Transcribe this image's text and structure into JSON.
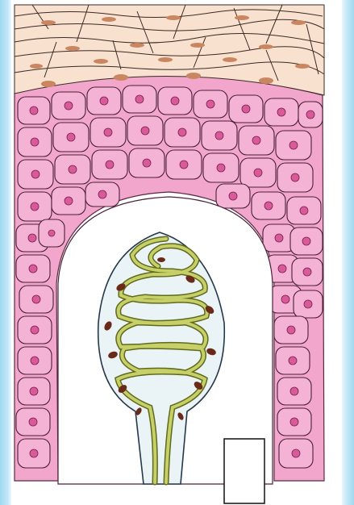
{
  "figure": {
    "subject": "histology-diagram",
    "layers": [
      {
        "id": "stratum-corneum",
        "color": "#f6dcc8",
        "stroke": "#3a2a24",
        "nucleus": "#c98660"
      },
      {
        "id": "stratum-spinosum",
        "color": "#f4a8cf",
        "stroke": "#4a2038",
        "nucleus": "#b2286a"
      },
      {
        "id": "dermal-papilla",
        "color": "#ffffff"
      },
      {
        "id": "meissner-corpuscle",
        "color": "#c7cf68",
        "stroke": "#5f6a1c",
        "nucleus": "#6a2a1a"
      }
    ],
    "label_box": {
      "text": ""
    }
  }
}
